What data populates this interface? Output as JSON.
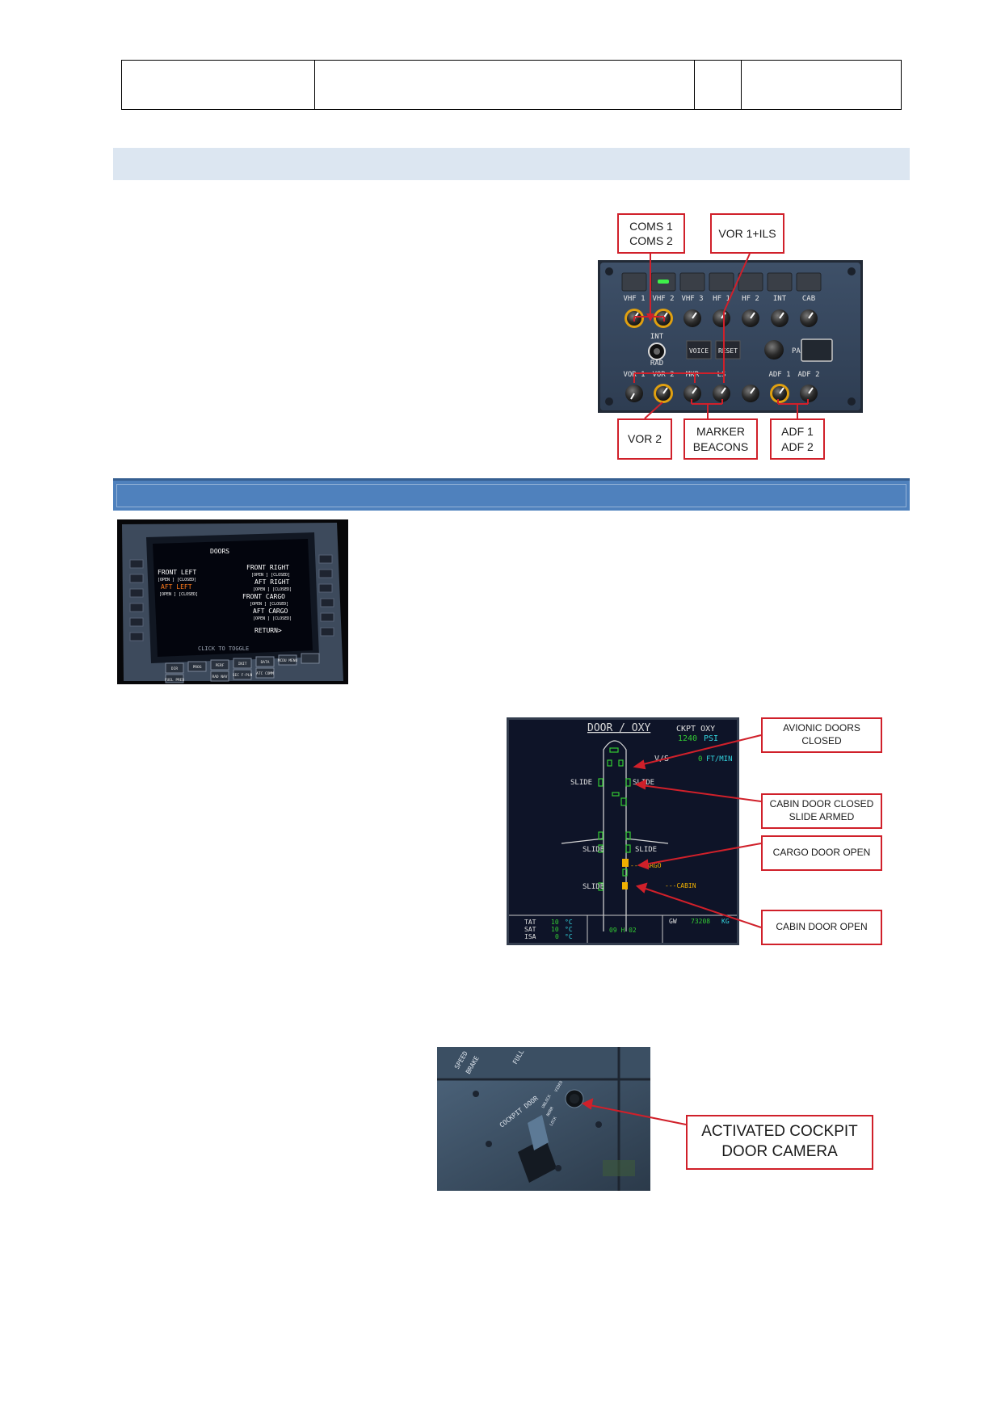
{
  "colors": {
    "callout_border": "#d0202a",
    "band_light": "#dce6f1",
    "band_dark": "#4f81bd",
    "ecam_green": "#33cc33",
    "ecam_amber": "#f0b000",
    "ecam_cyan": "#33d6e0"
  },
  "audio_panel": {
    "callouts": {
      "coms": "COMS 1\nCOMS 2",
      "vor1_ils": "VOR 1+ILS",
      "vor2": "VOR 2",
      "marker": "MARKER\nBEACONS",
      "adf": "ADF 1\nADF 2"
    },
    "top_knob_labels": [
      "VHF 1",
      "VHF 2",
      "VHF 3",
      "HF 1",
      "HF 2",
      "INT",
      "CAB"
    ],
    "bottom_knob_labels": [
      "VOR 1",
      "VOR 2",
      "MKR",
      "LS",
      "",
      "ADF 1",
      "ADF 2"
    ],
    "int_rad": [
      "INT",
      "RAD"
    ],
    "voice": "VOICE",
    "reset": "RESET",
    "pa": "PA"
  },
  "mcdu": {
    "title": "DOORS",
    "left": [
      {
        "name": "FRONT LEFT",
        "opts": "[OPEN ] [CLOSED]"
      },
      {
        "name": "AFT LEFT",
        "opts": "[OPEN ] [CLOSED]"
      }
    ],
    "right": [
      {
        "name": "FRONT RIGHT",
        "opts": "[OPEN ] [CLOSED]"
      },
      {
        "name": "AFT RIGHT",
        "opts": "[OPEN ] [CLOSED]"
      },
      {
        "name": "FRONT CARGO",
        "opts": "[OPEN ] [CLOSED]"
      },
      {
        "name": "AFT CARGO",
        "opts": "[OPEN ] [CLOSED]"
      }
    ],
    "return": "RETURN>",
    "hint": "CLICK TO TOGGLE",
    "keys": [
      "DIR",
      "PROG",
      "PERF",
      "INIT",
      "DATA",
      "MCDU MENU",
      "SEC F-PLN",
      "ATC COMM",
      "RAD NAV",
      "FUEL PRED"
    ]
  },
  "ecam": {
    "title": "DOOR / OXY",
    "ckpt_oxy": "CKPT OXY",
    "oxy_value": "1240",
    "oxy_unit": "PSI",
    "vs_label": "V/S",
    "vs_value": "0",
    "vs_unit": "FT/MIN",
    "slide": "SLIDE",
    "cargo": "---CARGO",
    "cabin": "---CABIN",
    "tat": "TAT",
    "tat_v": "10",
    "sat": "SAT",
    "sat_v": "10",
    "isa": "ISA",
    "isa_v": "0",
    "deg": "°C",
    "time": "09 H 02",
    "gw": "GW",
    "gw_v": "73208",
    "gw_u": "KG",
    "callouts": {
      "avionic": "AVIONIC DOORS\nCLOSED",
      "cabin_closed": "CABIN DOOR CLOSED\nSLIDE ARMED",
      "cargo_open": "CARGO DOOR OPEN",
      "cabin_open": "CABIN DOOR OPEN"
    }
  },
  "cockpit_door": {
    "callout": "ACTIVATED COCKPIT\nDOOR CAMERA",
    "labels": {
      "speed": "SPEED",
      "brake": "BRAKE",
      "full": "FULL",
      "cockpit_door": "COCKPIT DOOR",
      "video": "VIDEO",
      "unlock": "UNLOCK",
      "norm": "NORM",
      "lock": "LOCK"
    }
  }
}
